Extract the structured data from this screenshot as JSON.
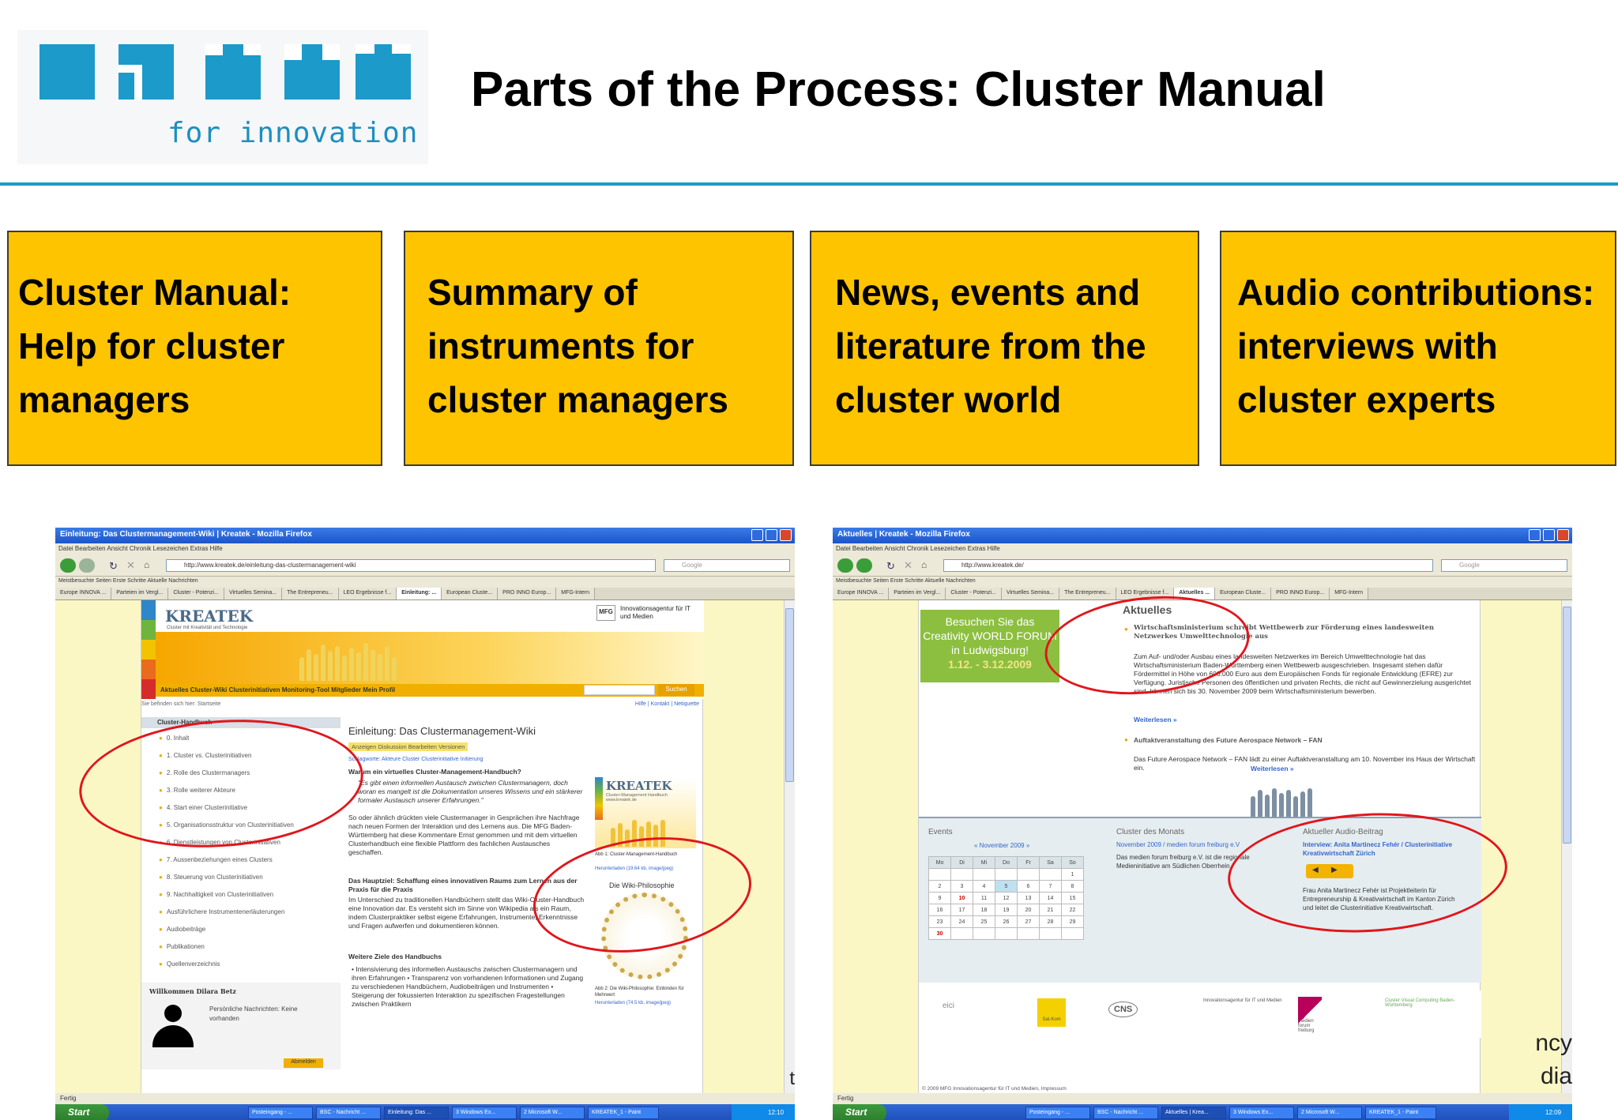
{
  "slide": {
    "title": "Parts of the Process: Cluster Manual",
    "logo_text": "for innovation",
    "accent": "#1c9ac9",
    "box_color": "#ffc400"
  },
  "boxes": [
    {
      "lines": [
        "Cluster Manual:",
        "Help for cluster",
        "managers"
      ]
    },
    {
      "lines": [
        "Summary of",
        "instruments for",
        "cluster managers"
      ]
    },
    {
      "lines": [
        "News, events and",
        "literature from the",
        "cluster world"
      ]
    },
    {
      "lines": [
        "Audio contributions:",
        "interviews with",
        "cluster experts"
      ]
    }
  ],
  "left": {
    "window_title": "Einleitung: Das Clustermanagement-Wiki | Kreatek - Mozilla Firefox",
    "menu": "Datei   Bearbeiten   Ansicht   Chronik   Lesezeichen   Extras   Hilfe",
    "url": "http://www.kreatek.de/einleitung-das-clustermanagement-wiki",
    "search_placeholder": "Google",
    "bookmarks": "Meistbesuchte Seiten    Erste Schritte    Aktuelle Nachrichten",
    "tabs": [
      "Europe INNOVA ...",
      "Parteien im Vergl...",
      "Cluster - Potenzi...",
      "Virtuelles Semina...",
      "The Entrepreneu...",
      "LEO Ergebnisse f...",
      "Einleitung: ...",
      "European Cluste...",
      "PRO INNO Europ...",
      "MFG-Intern"
    ],
    "kreatek": "KREATEK",
    "kreatek_sub": "Cluster mit Kreativität und Technologie",
    "mfg": "Innovationsagentur für IT und Medien",
    "mfg_logo": "MFG",
    "site_nav": "Aktuelles   Cluster-Wiki   Clusterinitiativen   Monitoring-Tool   Mitglieder   Mein Profil",
    "search_button": "Suchen",
    "breadcrumb": "Sie befinden sich hier: Startseite",
    "toplinks": "Hilfe | Kontakt | Netiquette",
    "sidebar_title": "Cluster-Handbuch",
    "sidebar": [
      "0. Inhalt",
      "1. Cluster vs. Clusterinitiativen",
      "2. Rolle des Clustermanagers",
      "3. Rolle weiterer Akteure",
      "4. Start einer Clusterinitiative",
      "5. Organisationsstruktur von Clusterinitiativen",
      "6. Dienstleistungen von Clusterinitiativen",
      "7. Aussenbeziehungen eines Clusters",
      "8. Steuerung von Clusterinitiativen",
      "9. Nachhaltigkeit von Clusterinitiativen",
      "Ausführlichere Instrumentenerläuterungen",
      "Audiobeiträge",
      "Publikationen",
      "Quellenverzeichnis"
    ],
    "welcome": "Willkommen Dilara Betz",
    "messages": "Persönliche Nachrichten: Keine vorhanden",
    "logout": "Abmelden",
    "article_title": "Einleitung: Das Clustermanagement-Wiki",
    "article_tabs": "Anzeigen   Diskussion   Bearbeiten   Versionen",
    "tags": "Schlagworte: Akteure  Cluster  Clusterinitiative  Initierung",
    "q1": "Warum ein virtuelles Cluster-Management-Handbuch?",
    "quote": "\"Es gibt einen informellen Austausch zwischen Clustermanagern, doch woran es mangelt ist die Dokumentation unseres Wissens und ein stärkerer formaler Austausch unserer Erfahrungen.\"",
    "p1": "So oder ähnlich drückten viele Clustermanager in Gesprächen ihre Nachfrage nach neuen Formen der Interaktion und des Lernens aus. Die MFG Baden-Württemberg hat diese Kommentare Ernst genommen und mit dem virtuellen Clusterhandbuch eine flexible Plattform des fachlichen Austausches geschaffen.",
    "q2": "Das Hauptziel: Schaffung eines innovativen Raums zum Lernen aus der Praxis für die Praxis",
    "p2": "Im Unterschied zu traditionellen Handbüchern stellt das Wiki-Cluster-Handbuch eine Innovation dar. Es versteht sich im Sinne von Wikipedia als ein Raum, indem Clusterpraktiker selbst eigene Erfahrungen, Instrumente, Erkenntnisse und Fragen aufwerfen und dokumentieren können.",
    "q3": "Weitere Ziele des Handbuchs",
    "bullets": "• Intensivierung des informellen Austauschs zwischen Clustermanagern und ihren Erfahrungen • Transparenz von vorhandenen Informationen und Zugang zu verschiedenen Handbüchern, Audiobeiträgen und Instrumenten • Steigerung der fokussierten Interaktion zu spezifischen Fragestellungen zwischen Praktikern",
    "fig_caption1": "Abb 1: Cluster-Management-Handbuch",
    "fig_link1": "Herunterladen (19.64 kb, image/jpeg)",
    "wiki_phil": "Die Wiki-Philosophie",
    "fig_caption2": "Abb 2: Die Wiki-Philosophie: Einbinden für Mehrwert",
    "fig_link2": "Herunterladen (74.5 kb, image/jpeg)",
    "kreatek_small_sub": "Cluster-Management Handbuch www.kreatek.de",
    "status": "Fertig",
    "edge_char": "t",
    "tasks": [
      "Posteingang - ...",
      "BSC - Nachricht ...",
      "Einleitung: Das ...",
      "3 Windows Ex...",
      "2 Microsoft W...",
      "KREATEK_1 - Paint"
    ],
    "clock": "12:10"
  },
  "right": {
    "window_title": "Aktuelles | Kreatek - Mozilla Firefox",
    "menu": "Datei   Bearbeiten   Ansicht   Chronik   Lesezeichen   Extras   Hilfe",
    "url": "http://www.kreatek.de/",
    "search_placeholder": "Google",
    "bookmarks": "Meistbesuchte Seiten    Erste Schritte    Aktuelle Nachrichten",
    "tabs": [
      "Europe INNOVA ...",
      "Parteien im Vergl...",
      "Cluster - Potenzi...",
      "Virtuelles Semina...",
      "The Entrepreneu...",
      "LEO Ergebnisse f...",
      "Aktuelles ...",
      "European Cluste...",
      "PRO INNO Europ...",
      "MFG-Intern"
    ],
    "visit_lines": [
      "Besuchen Sie das",
      "Creativity WORLD FORUM",
      "in Ludwigsburg!",
      "1.12. - 3.12.2009"
    ],
    "aktuelles": "Aktuelles",
    "n1_title": "Wirtschaftsministerium schreibt Wettbewerb zur Förderung eines landesweiten Netzwerkes Umwelttechnologie aus",
    "n1_text": "Zum Auf- und/oder Ausbau eines landesweiten Netzwerkes im Bereich Umwelttechnologie hat das Wirtschaftsministerium Baden-Württemberg einen Wettbewerb ausgeschrieben. Insgesamt stehen dafür Fördermittel in Höhe von 600.000 Euro aus dem Europäischen Fonds für regionale Entwicklung (EFRE) zur Verfügung. Juristische Personen des öffentlichen und privaten Rechts, die nicht auf Gewinnerzielung ausgerichtet sind, können sich bis 30. November 2009 beim Wirtschaftsministerium bewerben.",
    "read_more": "Weiterlesen »",
    "n2_title": "Auftaktveranstaltung des Future Aerospace Network – FAN",
    "n2_text": "Das Future Aerospace Network – FAN lädt zu einer Auftaktveranstaltung am 10. November ins Haus der Wirtschaft ein.",
    "events": "Events",
    "month": "« November 2009 »",
    "weekdays": [
      "Mo",
      "Di",
      "Mi",
      "Do",
      "Fr",
      "Sa",
      "So"
    ],
    "calendar": [
      [
        "",
        "",
        "",
        "",
        "",
        "",
        "1"
      ],
      [
        "2",
        "3",
        "4",
        "5",
        "6",
        "7",
        "8"
      ],
      [
        "9",
        "10",
        "11",
        "12",
        "13",
        "14",
        "15"
      ],
      [
        "16",
        "17",
        "18",
        "19",
        "20",
        "21",
        "22"
      ],
      [
        "23",
        "24",
        "25",
        "26",
        "27",
        "28",
        "29"
      ],
      [
        "30",
        "",
        "",
        "",
        "",
        "",
        ""
      ]
    ],
    "cluster_title": "Cluster des Monats",
    "cluster_link": "November 2009 / medien forum freiburg e.V",
    "cluster_text": "Das medien forum freiburg e.V. ist die regionale Medieninitiative am Südlichen Oberrhein.",
    "audio_title": "Aktueller Audio-Beitrag",
    "audio_link": "Interview: Anita Martinecz Fehér / Clusterinitiative Kreativwirtschaft Zürich",
    "audio_text": "Frau Anita Martinecz Fehér ist Projektleiterin für Entrepreneurship & Kreativwirtschaft im Kanton Zürich und leitet die Clusterinitiative Kreativwirtschaft.",
    "partners": [
      "eici",
      "Sat-Kom",
      "CNS",
      "Innovationsagentur für IT und Medien",
      "medien forum freiburg",
      "Cluster Visual Computing Baden-Württemberg"
    ],
    "footer": "© 2009 MFG Innovationsagentur für IT und Medien, Impressum",
    "status": "Fertig",
    "edge_text": [
      "ncy",
      "dia"
    ],
    "tasks": [
      "Posteingang - ...",
      "BSC - Nachricht ...",
      "Aktuelles | Krea...",
      "3 Windows Ex...",
      "2 Microsoft W...",
      "KREATEK_1 - Paint"
    ],
    "clock": "12:09"
  },
  "start_label": "Start"
}
